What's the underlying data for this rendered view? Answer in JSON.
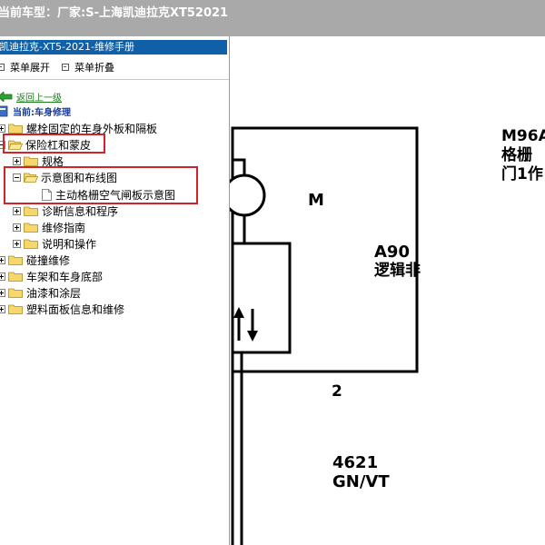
{
  "header": {
    "vehicle_label": "当前车型：",
    "manufacturer_text": "厂家:S-上海凯迪拉克XT52021"
  },
  "panel": {
    "title": "凯迪拉克-XT5-2021-维修手册",
    "expand_all": "菜单展开",
    "collapse_all": "菜单折叠",
    "back_link": "返回上一级",
    "current_location": "当前:车身修理"
  },
  "tree": {
    "items": [
      {
        "label": "螺栓固定的车身外板和隔板",
        "expanded": false
      },
      {
        "label": "保险杠和蒙皮",
        "expanded": true,
        "highlighted": true
      },
      {
        "label": "规格",
        "expanded": false
      },
      {
        "label": "示意图和布线图",
        "expanded": true,
        "highlighted": true
      },
      {
        "label": "主动格栅空气闸板示意图",
        "type": "document"
      },
      {
        "label": "诊断信息和程序",
        "expanded": false
      },
      {
        "label": "维修指南",
        "expanded": false
      },
      {
        "label": "说明和操作",
        "expanded": false
      },
      {
        "label": "碰撞维修",
        "expanded": false
      },
      {
        "label": "车架和车身底部",
        "expanded": false
      },
      {
        "label": "油漆和涂层",
        "expanded": false
      },
      {
        "label": "塑料面板信息和维修",
        "expanded": false
      }
    ]
  },
  "diagram": {
    "component_id": "M96A",
    "component_desc_line1": "格栅",
    "component_desc_line2": "门1作",
    "motor_label": "M",
    "module_id": "A90",
    "module_desc": "逻辑非",
    "pin_number": "2",
    "circuit_number": "4621",
    "wire_color": "GN/VT"
  },
  "colors": {
    "topbar": "#a9a9a9",
    "panel_title_bg": "#1060a8",
    "highlight_border": "#d2232a",
    "folder": "#f5d76e",
    "back_link": "#1a7a1a",
    "current_location": "#1a3c9a"
  }
}
